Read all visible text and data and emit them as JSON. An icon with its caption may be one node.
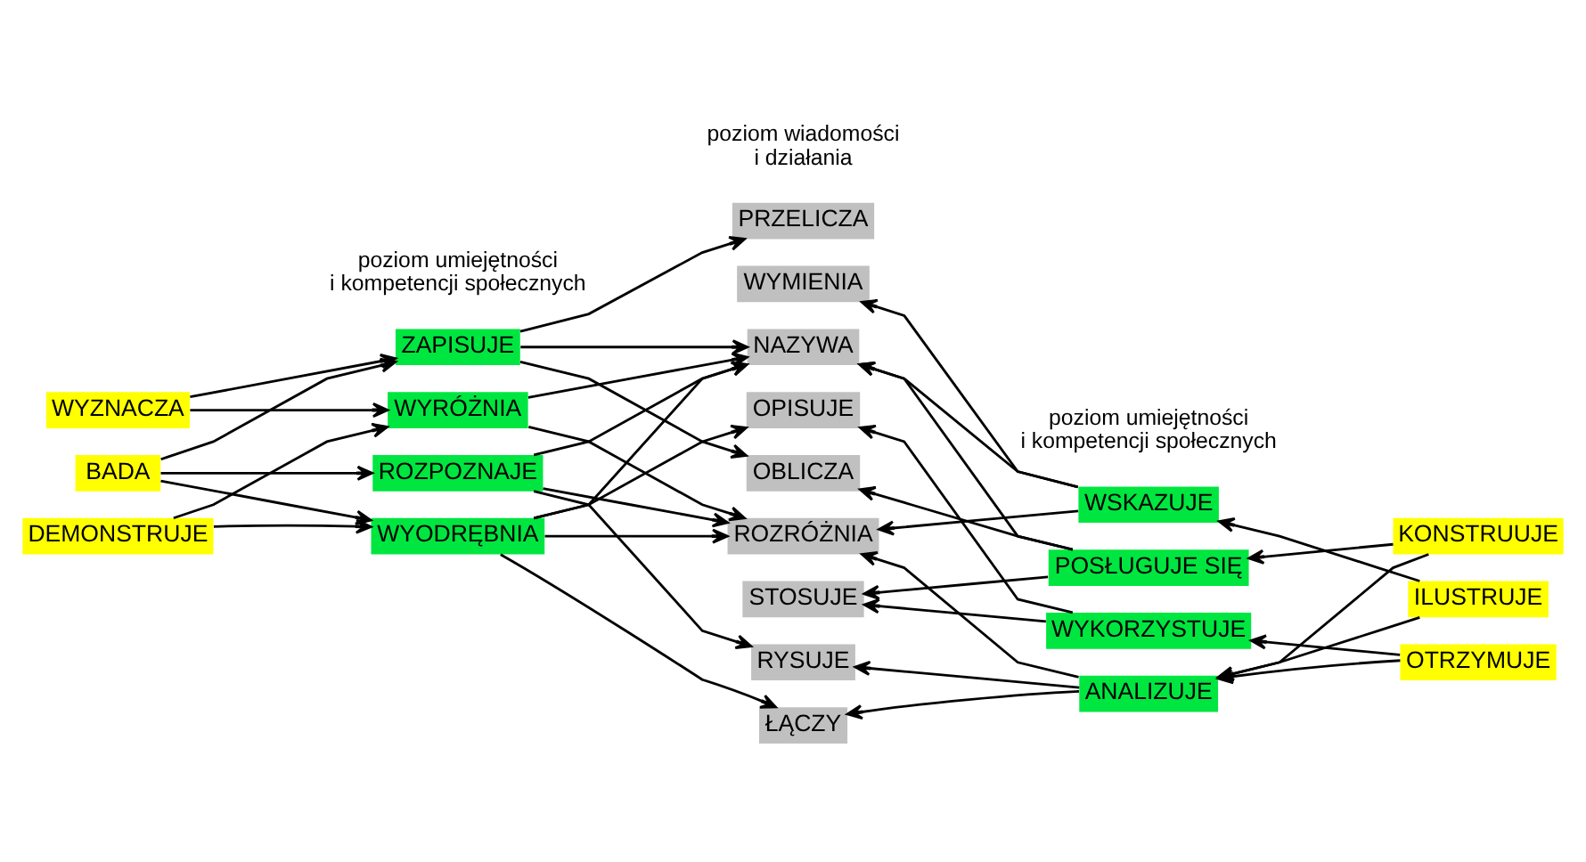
{
  "diagram": {
    "nodes": [
      {
        "text": [
          "WYZNACZA"
        ]
      },
      {
        "text": [
          "BADA"
        ]
      },
      {
        "text": [
          "DEMONSTRUJE"
        ]
      },
      {
        "text": [
          "ZAPISUJE"
        ]
      },
      {
        "text": [
          "WYRÓŻNIA"
        ]
      },
      {
        "text": [
          "ROZPOZNAJE"
        ]
      },
      {
        "text": [
          "WYODRĘBNIA"
        ]
      },
      {
        "text": [
          "PRZELICZA"
        ]
      },
      {
        "text": [
          "WYMIENIA"
        ]
      },
      {
        "text": [
          "NAZYWA"
        ]
      },
      {
        "text": [
          "OPISUJE"
        ]
      },
      {
        "text": [
          "OBLICZA"
        ]
      },
      {
        "text": [
          "ROZRÓŻNIA"
        ]
      },
      {
        "text": [
          "STOSUJE"
        ]
      },
      {
        "text": [
          "RYSUJE"
        ]
      },
      {
        "text": [
          "ŁĄCZY"
        ]
      },
      {
        "text": [
          "WSKAZUJE"
        ]
      },
      {
        "text": [
          "POSŁUGUJE SIĘ"
        ]
      },
      {
        "text": [
          "WYKORZYSTUJE"
        ]
      },
      {
        "text": [
          "ANALIZUJE"
        ]
      },
      {
        "text": [
          "KONSTRUUJE"
        ]
      },
      {
        "text": [
          "ILUSTRUJE"
        ]
      },
      {
        "text": [
          "OTRZYMUJE"
        ]
      }
    ],
    "edges": [
      {
        "from": 0,
        "to": 3,
        "arrow": "to"
      },
      {
        "from": 0,
        "to": 4,
        "arrow": "to"
      },
      {
        "from": 1,
        "to": 3,
        "arrow": "to"
      },
      {
        "from": 1,
        "to": 5,
        "arrow": "to"
      },
      {
        "from": 1,
        "to": 6,
        "arrow": "to"
      },
      {
        "from": 2,
        "to": 4,
        "arrow": "to"
      },
      {
        "from": 2,
        "to": 6,
        "arrow": "to"
      },
      {
        "from": 3,
        "to": 7,
        "arrow": "to"
      },
      {
        "from": 3,
        "to": 9,
        "arrow": "to"
      },
      {
        "from": 3,
        "to": 11,
        "arrow": "to"
      },
      {
        "from": 4,
        "to": 9,
        "arrow": "to"
      },
      {
        "from": 4,
        "to": 12,
        "arrow": "to"
      },
      {
        "from": 5,
        "to": 9,
        "arrow": "to"
      },
      {
        "from": 5,
        "to": 12,
        "arrow": "to"
      },
      {
        "from": 5,
        "to": 14,
        "arrow": "to"
      },
      {
        "from": 6,
        "to": 9,
        "arrow": "to"
      },
      {
        "from": 6,
        "to": 10,
        "arrow": "to"
      },
      {
        "from": 6,
        "to": 12,
        "arrow": "to"
      },
      {
        "from": 6,
        "to": 15,
        "arrow": "to"
      },
      {
        "from": 16,
        "to": 8,
        "arrow": "to"
      },
      {
        "from": 16,
        "to": 9,
        "arrow": "to"
      },
      {
        "from": 16,
        "to": 12,
        "arrow": "to"
      },
      {
        "from": 17,
        "to": 9,
        "arrow": "to"
      },
      {
        "from": 17,
        "to": 11,
        "arrow": "to"
      },
      {
        "from": 17,
        "to": 13,
        "arrow": "to"
      },
      {
        "from": 18,
        "to": 10,
        "arrow": "to"
      },
      {
        "from": 18,
        "to": 13,
        "arrow": "to"
      },
      {
        "from": 19,
        "to": 12,
        "arrow": "to"
      },
      {
        "from": 19,
        "to": 14,
        "arrow": "to"
      },
      {
        "from": 19,
        "to": 15,
        "arrow": "to"
      },
      {
        "from": 20,
        "to": 17,
        "arrow": "to"
      },
      {
        "from": 20,
        "to": 19,
        "arrow": "to"
      },
      {
        "from": 21,
        "to": 16,
        "arrow": "to"
      },
      {
        "from": 21,
        "to": 19,
        "arrow": "to"
      },
      {
        "from": 22,
        "to": 18,
        "arrow": "to"
      },
      {
        "from": 22,
        "to": 19,
        "arrow": "to"
      }
    ],
    "labels": [
      "poziom umiejętności i kompetencji społecznych",
      "poziom wiadomości i działania",
      "poziom umiejętności i kompetencji społecznych"
    ]
  }
}
